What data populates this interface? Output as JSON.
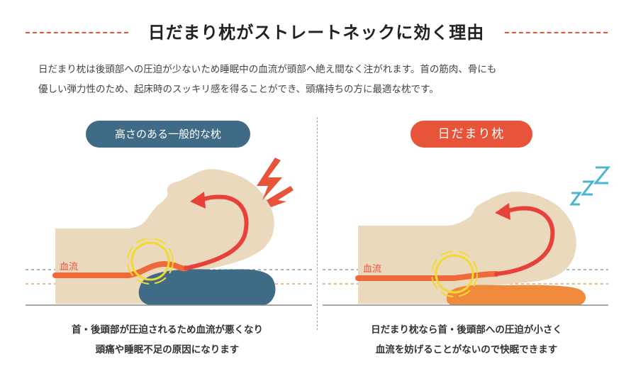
{
  "header": {
    "title": "日だまり枕がストレートネックに効く理由"
  },
  "intro": {
    "line1": "日だまり枕は後頭部への圧迫が少ないため睡眠中の血流が頭部へ絶え間なく注がれます。首の筋肉、骨にも",
    "line2": "優しい弾力性のため、起床時のスッキリ感を得ることができ、頭痛持ちの方に最適な枕です。"
  },
  "left_panel": {
    "label": "高さのある一般的な枕",
    "blood_label": "血流",
    "caption_line1": "首・後頭部が圧迫されるため血流が悪くなり",
    "caption_line2": "頭痛や睡眠不足の原因になります"
  },
  "right_panel": {
    "label": "日だまり枕",
    "blood_label": "血流",
    "sleep_text": "ZZZ",
    "caption_line1": "日だまり枕なら首・後頭部への圧迫が小さく",
    "caption_line2": "血流を妨げることがないので快眠できます"
  },
  "colors": {
    "accent": "#e8543a",
    "navy": "#3f6b86",
    "skin": "#ead9bd",
    "pillow_orange": "#ef8a3c",
    "halo": "#f2da2e",
    "zzz": "#4bb6cf"
  },
  "icons": {
    "left": [
      "lightning-icon",
      "pain-halo-icon",
      "blood-flow-arrow-icon"
    ],
    "right": [
      "zzz-icon",
      "comfort-halo-icon",
      "blood-flow-arrow-icon"
    ]
  }
}
